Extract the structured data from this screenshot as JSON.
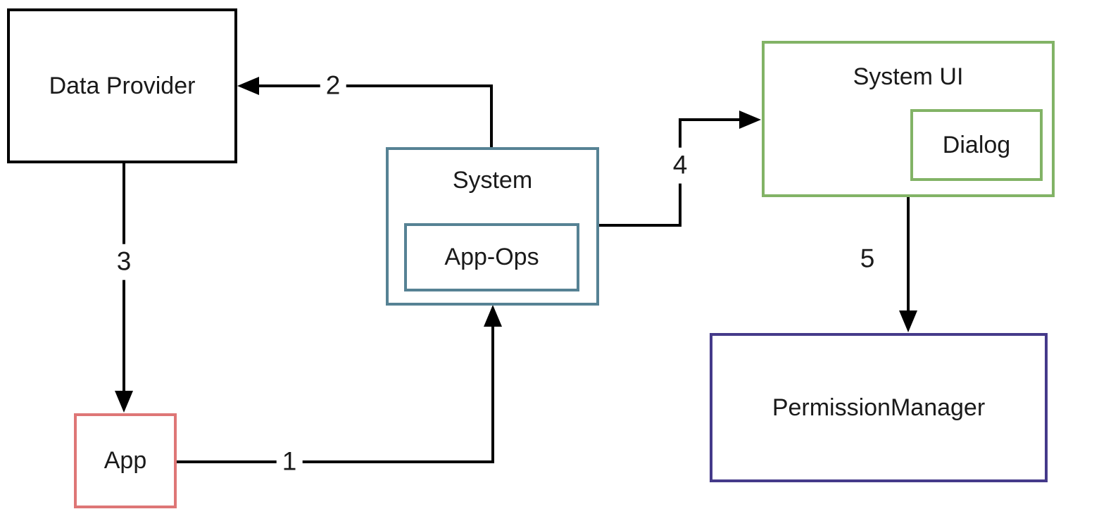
{
  "diagram": {
    "type": "flow-diagram",
    "background_color": "#ffffff",
    "arrow_color": "#000000",
    "nodes": {
      "data_provider": {
        "label": "Data Provider",
        "border_color": "#000000"
      },
      "app": {
        "label": "App",
        "border_color": "#de7676"
      },
      "system": {
        "label": "System",
        "border_color": "#568294"
      },
      "app_ops": {
        "label": "App-Ops",
        "border_color": "#568294",
        "parent": "system"
      },
      "system_ui": {
        "label": "System UI",
        "border_color": "#82b366"
      },
      "dialog": {
        "label": "Dialog",
        "border_color": "#82b366",
        "parent": "system_ui"
      },
      "permission_manager": {
        "label": "PermissionManager",
        "border_color": "#453a8a"
      }
    },
    "edges": [
      {
        "label": "1",
        "from": "App",
        "to": "System"
      },
      {
        "label": "2",
        "from": "System",
        "to": "Data Provider"
      },
      {
        "label": "3",
        "from": "Data Provider",
        "to": "App"
      },
      {
        "label": "4",
        "from": "System",
        "to": "System UI"
      },
      {
        "label": "5",
        "from": "System UI",
        "to": "PermissionManager"
      }
    ]
  }
}
